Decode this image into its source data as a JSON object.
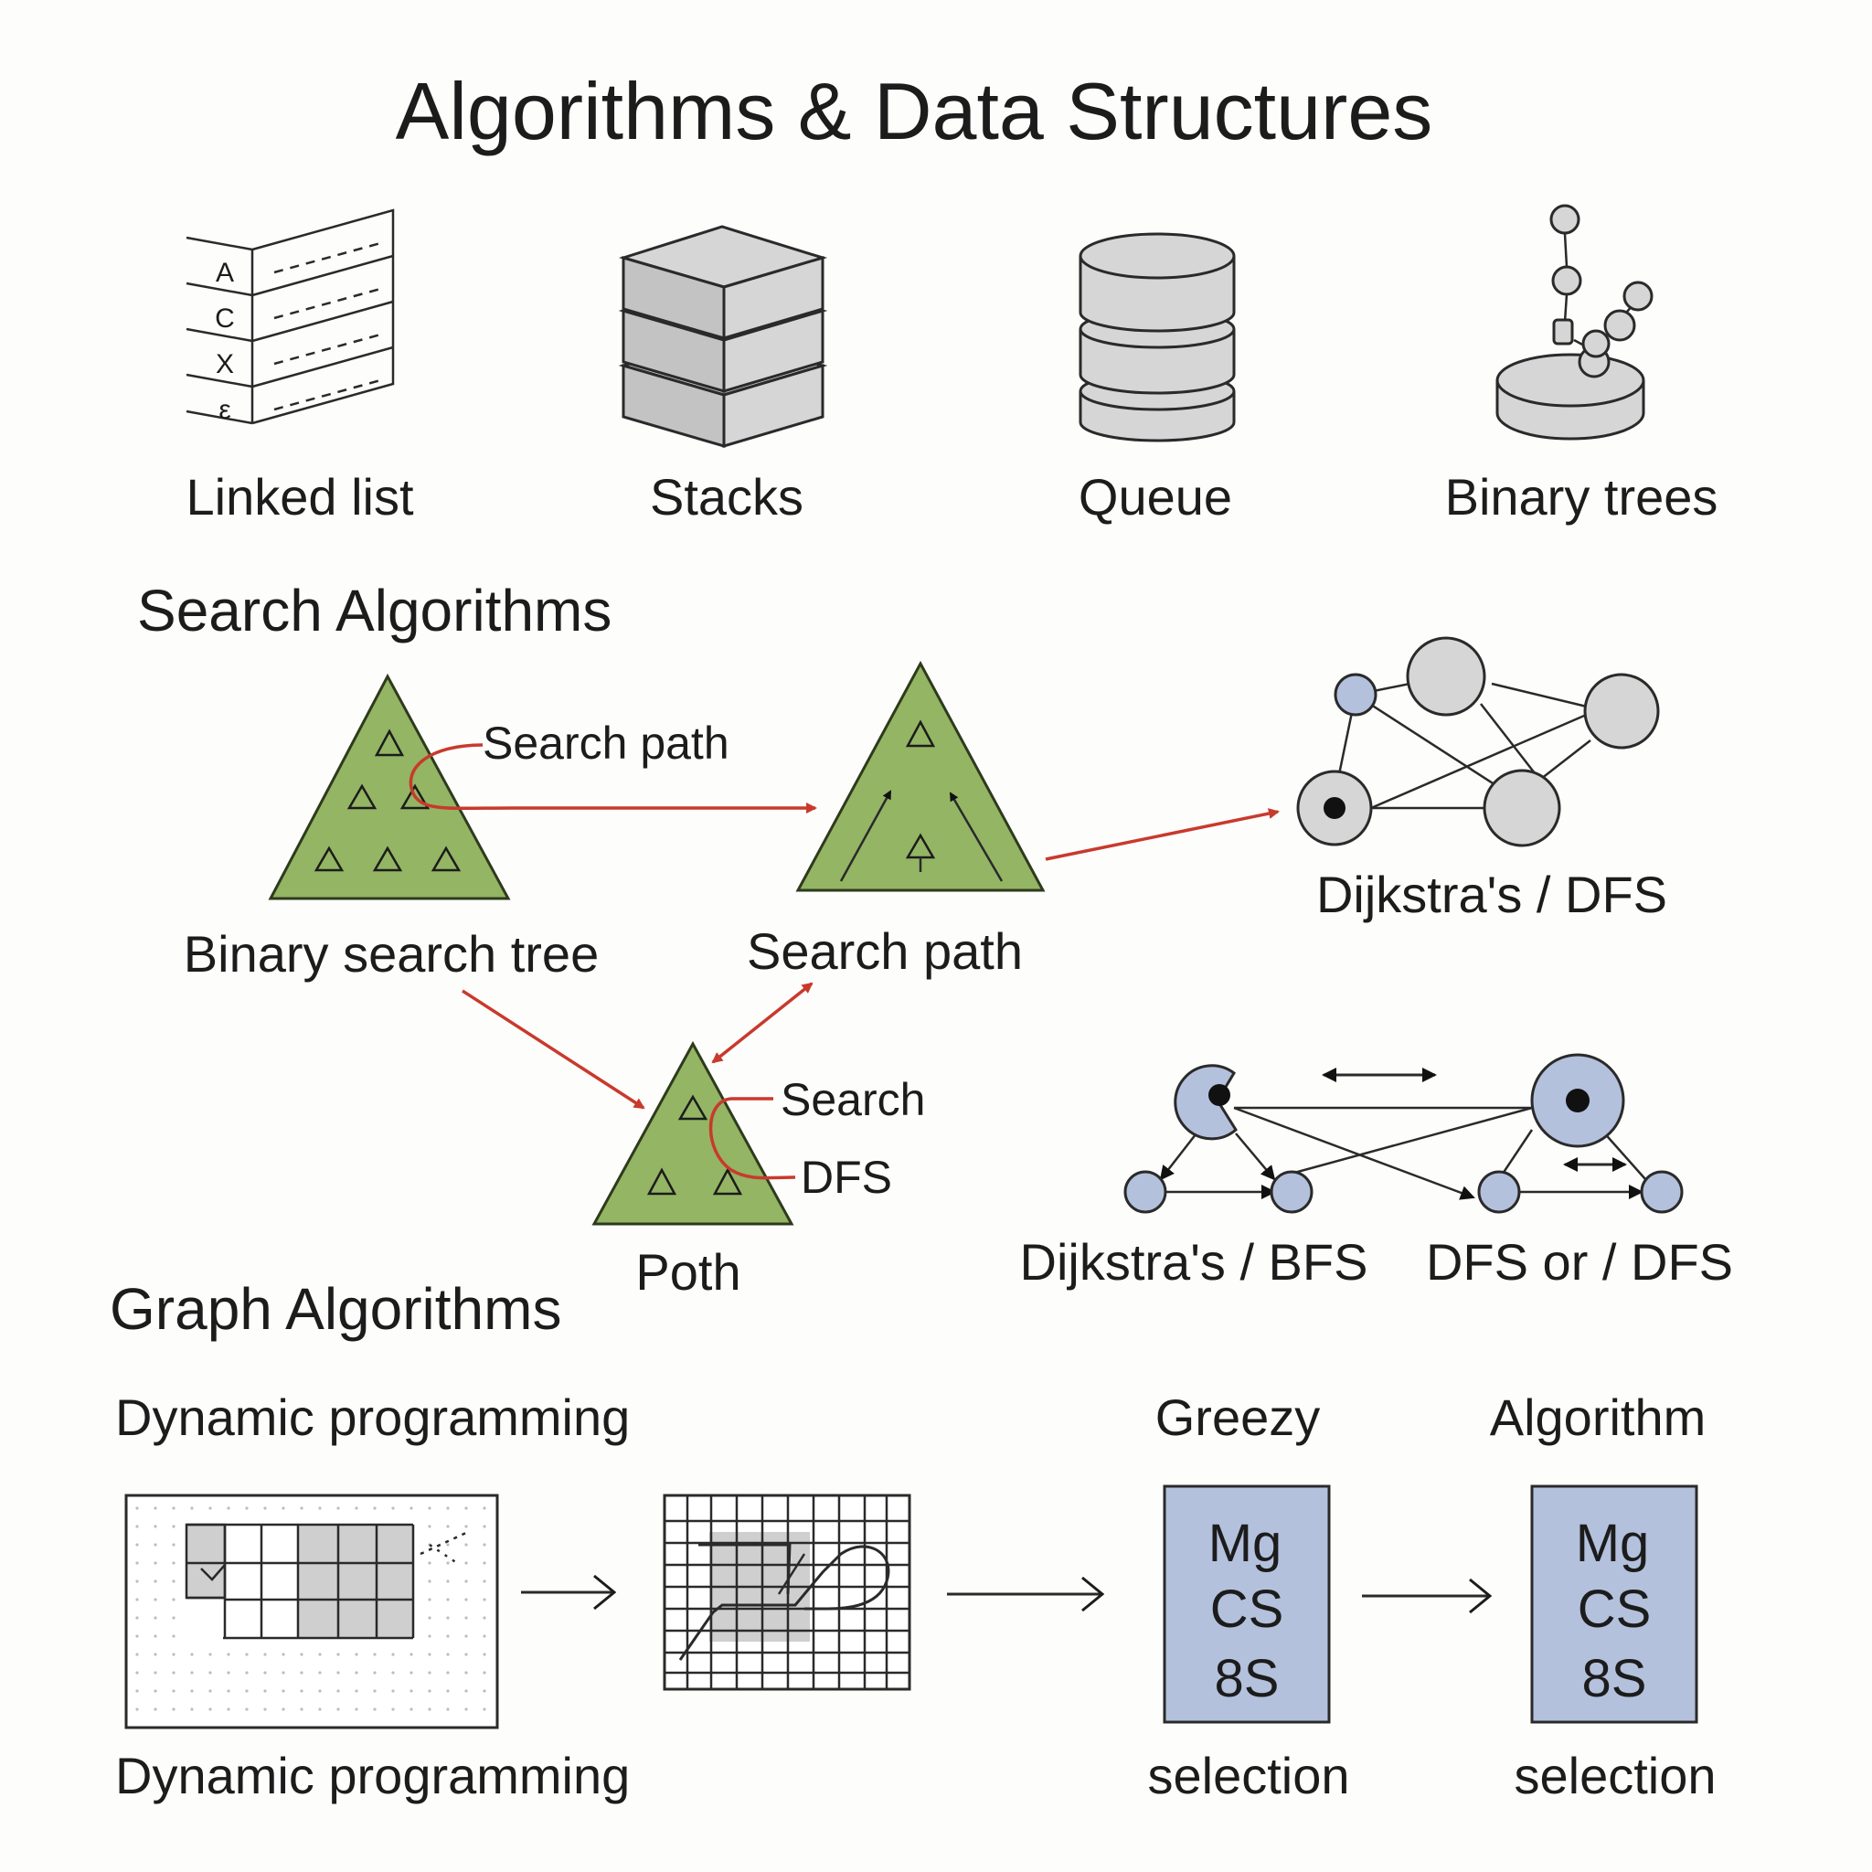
{
  "title": "Algorithms & Data Structures",
  "data_structures": {
    "linked_list": {
      "label": "Linked list",
      "letters": [
        "A",
        "C",
        "X",
        "ε"
      ]
    },
    "stacks": {
      "label": "Stacks"
    },
    "queue": {
      "label": "Queue"
    },
    "binary_trees": {
      "label": "Binary trees"
    }
  },
  "search": {
    "section_title": "Search Algorithms",
    "bst_label": "Binary search tree",
    "bst_annotation": "Search path",
    "search_path_label": "Search path",
    "dijkstra_dfs_label": "Dijkstra's / DFS",
    "poth_label": "Poth",
    "poth_annotation_search": "Search",
    "poth_annotation_dfs": "DFS",
    "dijkstra_bfs_label": "Dijkstra's / BFS",
    "dfs_or_label": "DFS or / DFS"
  },
  "graph": {
    "section_title": "Graph Algorithms",
    "dp_heading": "Dynamic programming",
    "dp_caption": "Dynamic programming",
    "greezy_heading": "Greezy",
    "algorithm_heading": "Algorithm",
    "box_lines": [
      "Mg",
      "CS",
      "8S"
    ],
    "selection_label": "selection"
  },
  "colors": {
    "tree_green": "#93b564",
    "arrow_red": "#c83a2c",
    "node_blue": "#b4c1dc",
    "box_blue": "#b4c1dc",
    "struct_gray": "#d6d6d6"
  }
}
